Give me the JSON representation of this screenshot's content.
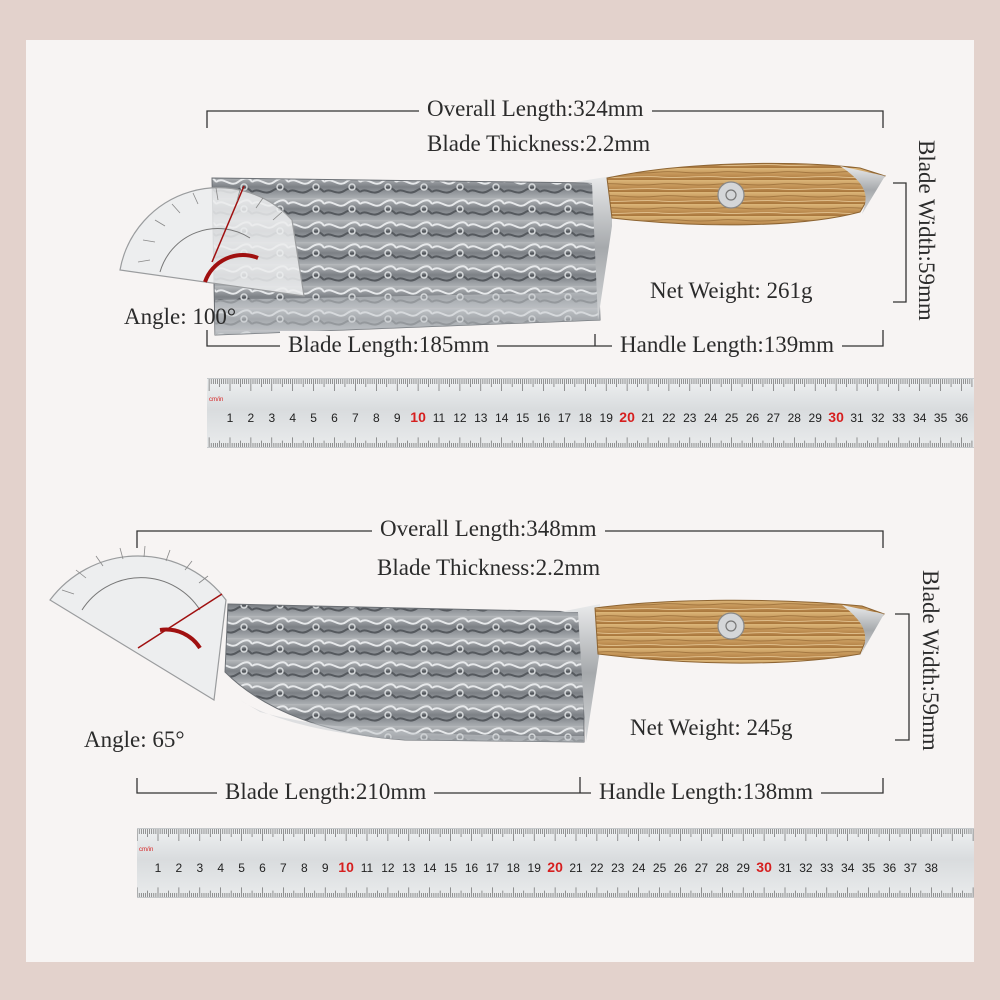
{
  "knife1": {
    "overall_length": "Overall Length:324mm",
    "blade_thickness": "Blade Thickness:2.2mm",
    "blade_width": "Blade Width:59mm",
    "net_weight": "Net Weight: 261g",
    "angle": "Angle: 100°",
    "blade_length": "Blade Length:185mm",
    "handle_length": "Handle Length:139mm"
  },
  "knife2": {
    "overall_length": "Overall Length:348mm",
    "blade_thickness": "Blade Thickness:2.2mm",
    "blade_width": "Blade Width:59mm",
    "net_weight": "Net Weight: 245g",
    "angle": "Angle: 65°",
    "blade_length": "Blade Length:210mm",
    "handle_length": "Handle Length:138mm"
  },
  "ruler1": {
    "unit": "cm/in",
    "first": 1,
    "last": 36,
    "highlight": [
      10,
      20,
      30
    ]
  },
  "ruler2": {
    "unit": "cm/in",
    "first": 1,
    "last": 38,
    "highlight": [
      10,
      20,
      30
    ]
  },
  "colors": {
    "background": "#e3d2cc",
    "panel": "#f7f4f3",
    "blade": "#8f9397",
    "handle": "#c9a061",
    "ruler_highlight": "#d61f1f",
    "protractor_arc": "#a01010"
  }
}
